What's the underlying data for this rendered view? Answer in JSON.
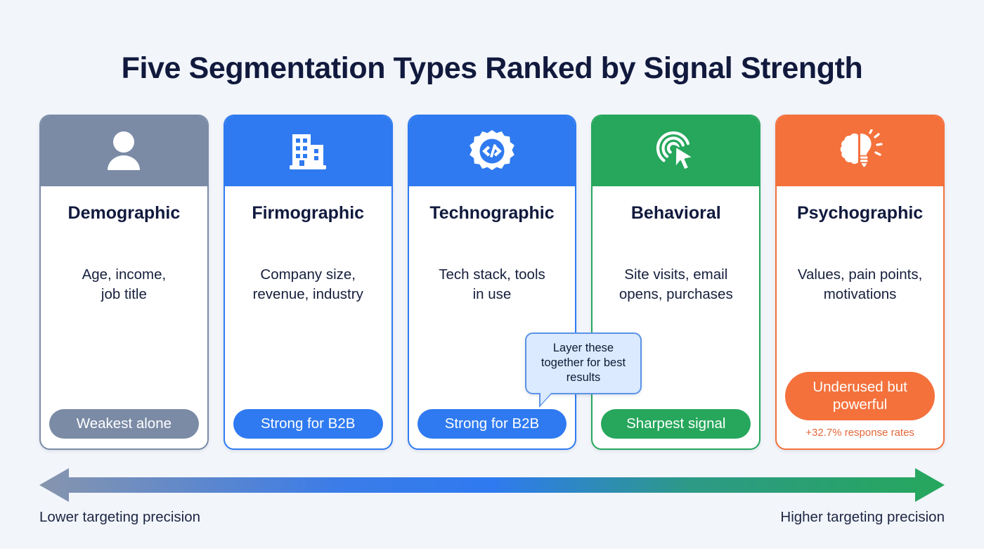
{
  "page": {
    "title": "Five Segmentation Types Ranked by Signal Strength",
    "background_color": "#f2f5fa",
    "title_color": "#111a3d"
  },
  "tooltip": {
    "text": "Layer these together for best results",
    "fill_color": "#dbeafe",
    "border_color": "#5b93e8",
    "attached_to": "technographic"
  },
  "axis": {
    "left_label": "Lower targeting precision",
    "right_label": "Higher targeting precision",
    "gradient_from": "#8795ad",
    "gradient_mid": "#2f7af0",
    "gradient_to": "#26a75c",
    "direction": "double-headed"
  },
  "cards": [
    {
      "id": "demographic",
      "icon": "person-icon",
      "title": "Demographic",
      "description": "Age, income,\njob title",
      "badge": "Weakest alone",
      "accent": "#7b8ba6",
      "stat": ""
    },
    {
      "id": "firmographic",
      "icon": "building-icon",
      "title": "Firmographic",
      "description": "Company size,\nrevenue, industry",
      "badge": "Strong for B2B",
      "accent": "#2f7af0",
      "stat": ""
    },
    {
      "id": "technographic",
      "icon": "gear-code-icon",
      "title": "Technographic",
      "description": "Tech stack, tools\nin use",
      "badge": "Strong for B2B",
      "accent": "#2f7af0",
      "stat": ""
    },
    {
      "id": "behavioral",
      "icon": "click-cursor-icon",
      "title": "Behavioral",
      "description": "Site visits, email\nopens, purchases",
      "badge": "Sharpest signal",
      "accent": "#26a75c",
      "stat": ""
    },
    {
      "id": "psychographic",
      "icon": "brain-bulb-icon",
      "title": "Psychographic",
      "description": "Values, pain points,\nmotivations",
      "badge": "Underused but powerful",
      "accent": "#f4713c",
      "stat": "+32.7% response rates"
    }
  ]
}
